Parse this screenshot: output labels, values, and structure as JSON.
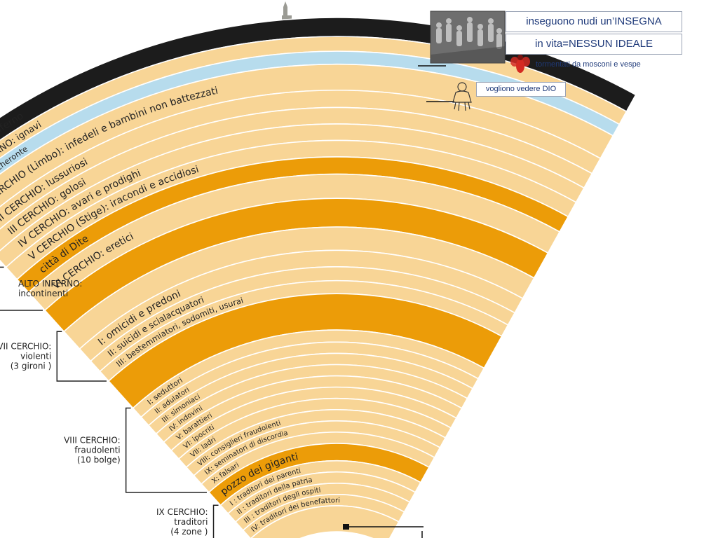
{
  "diagram": {
    "rings": [
      {
        "label": "porta dell'Inferno",
        "fill": "#1c1c1c",
        "text_color": "#ffffff"
      },
      {
        "label": "ANTINFERNO: ignavi",
        "fill": "#f8d596",
        "text_color": "#222222"
      },
      {
        "label": "fiume Acheronte",
        "fill": "#b7dced",
        "text_color": "#222222"
      },
      {
        "label": "I CERCHIO (Limbo): infedeli e bambini non battezzati",
        "fill": "#f8d596",
        "text_color": "#222222"
      },
      {
        "label": "II CERCHIO: lussuriosi",
        "fill": "#f8d596",
        "text_color": "#222222"
      },
      {
        "label": "III CERCHIO: golosi",
        "fill": "#f8d596",
        "text_color": "#222222"
      },
      {
        "label": "IV CERCHIO: avari e prodighi",
        "fill": "#f8d596",
        "text_color": "#222222"
      },
      {
        "label": "V CERCHIO  (Stige): iracondi e accidiosi",
        "fill": "#f8d596",
        "text_color": "#222222"
      },
      {
        "label": "città di Dite",
        "fill": "#ec9c08",
        "text_color": "#222222"
      },
      {
        "label": "VI CERCHIO: eretici",
        "fill": "#f8d596",
        "text_color": "#222222"
      },
      {
        "label": "",
        "fill": "#ec9c08",
        "text_color": "#222222"
      },
      {
        "label": "",
        "fill": "#f8d596",
        "text_color": "#222222"
      },
      {
        "label": "I: omicidi e predoni",
        "fill": "#f8d596",
        "text_color": "#222222"
      },
      {
        "label": "II: suicidi e scialacquatori",
        "fill": "#f8d596",
        "text_color": "#222222"
      },
      {
        "label": "III: bestemmiatori, sodomiti, usurai",
        "fill": "#f8d596",
        "text_color": "#222222"
      },
      {
        "label": "",
        "fill": "#ec9c08",
        "text_color": "#222222"
      },
      {
        "label": "I: seduttori",
        "fill": "#f8d596",
        "text_color": "#222222"
      },
      {
        "label": "II: adulatori",
        "fill": "#f8d596",
        "text_color": "#222222"
      },
      {
        "label": "III: simoniaci",
        "fill": "#f8d596",
        "text_color": "#222222"
      },
      {
        "label": "IV: indovini",
        "fill": "#f8d596",
        "text_color": "#222222"
      },
      {
        "label": "V: barattieri",
        "fill": "#f8d596",
        "text_color": "#222222"
      },
      {
        "label": "VI: ipocriti",
        "fill": "#f8d596",
        "text_color": "#222222"
      },
      {
        "label": "VII: ladri",
        "fill": "#f8d596",
        "text_color": "#222222"
      },
      {
        "label": "VIII: consiglieri fraudolenti",
        "fill": "#f8d596",
        "text_color": "#222222"
      },
      {
        "label": "IX: seminatori di discordia",
        "fill": "#f8d596",
        "text_color": "#222222"
      },
      {
        "label": "X: falsari",
        "fill": "#f8d596",
        "text_color": "#222222"
      },
      {
        "label": "pozzo dei giganti",
        "fill": "#ec9c08",
        "text_color": "#222222"
      },
      {
        "label": "I : traditori dei parenti",
        "fill": "#f8d596",
        "text_color": "#222222"
      },
      {
        "label": "II : traditori della patria",
        "fill": "#f8d596",
        "text_color": "#222222"
      },
      {
        "label": "III : traditori degli ospiti",
        "fill": "#f8d596",
        "text_color": "#222222"
      },
      {
        "label": "IV: traditori dei benefattori",
        "fill": "#f8d596",
        "text_color": "#222222"
      },
      {
        "label": "",
        "fill": "#f8d596",
        "text_color": "#222222"
      }
    ],
    "groups": [
      {
        "line1": "ALTO INFERNO:",
        "line2": "incontinenti",
        "line3": ""
      },
      {
        "line1": "VII CERCHIO:",
        "line2": "violenti",
        "line3": "(3 gironi )"
      },
      {
        "line1": "VIII CERCHIO:",
        "line2": "fraudolenti",
        "line3": "(10 bolge)"
      },
      {
        "line1": "IX CERCHIO:",
        "line2": "traditori",
        "line3": "(4 zone )"
      }
    ]
  },
  "annotations": {
    "insegna": "inseguono nudi un’INSEGNA",
    "ideale": "in vita=NESSUN IDEALE",
    "mosconi": "tormentati da mosconi e vespe",
    "dio": "vogliono vedere DIO"
  },
  "colors": {
    "black_band": "#1c1c1c",
    "light_band": "#f8d596",
    "orange_band": "#ec9c08",
    "river": "#b7dced",
    "skyline": "#9b9b94",
    "note_text": "#1f3a7a",
    "wasp": "#d42a22"
  },
  "icons": {
    "skyline": "city-skyline-icon",
    "crowd": "crowd-painting-icon",
    "wasp": "wasp-icon",
    "child": "child-icon",
    "lucifer": "lucifer-marker-icon"
  }
}
